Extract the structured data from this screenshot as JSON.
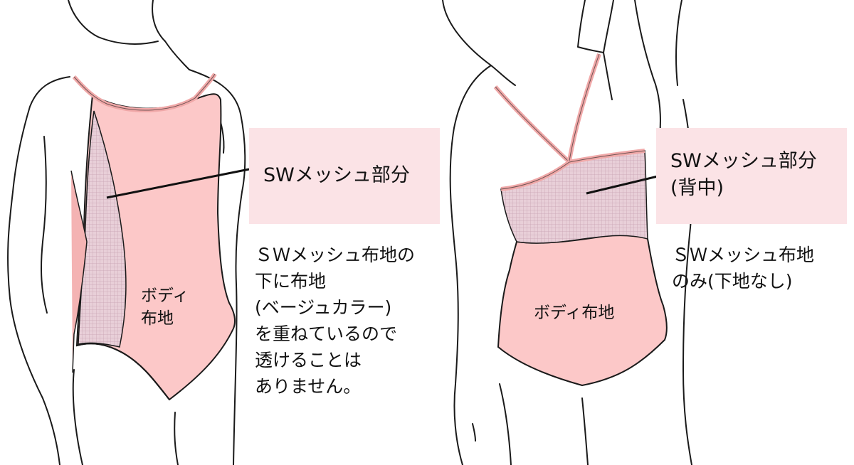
{
  "left": {
    "callout": "SWメッシュ部分",
    "fabric_label": [
      "ボディ",
      "布地"
    ],
    "description": [
      "ＳＷメッシュ布地の",
      "下に布地",
      "(ベージュカラー)",
      "を重ねているので",
      "透けることは",
      "ありません。"
    ]
  },
  "right": {
    "callout": [
      "SWメッシュ部分",
      "(背中)"
    ],
    "fabric_label": "ボディ布地",
    "description": [
      "ＳＷメッシュ布地",
      "のみ(下地なし)"
    ]
  },
  "colors": {
    "body_fabric": "#fcc8c8",
    "mesh_fabric": "#e6cdd6",
    "trim": "#f0a8a8",
    "callout_box": "#fbe3e6",
    "outline": "#1a1a1a"
  }
}
